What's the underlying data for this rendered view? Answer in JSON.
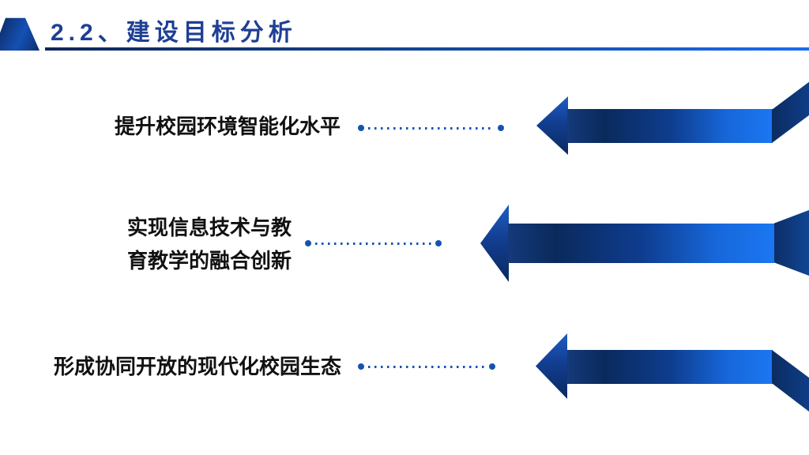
{
  "slide": {
    "header": {
      "title": "2.2、建设目标分析"
    },
    "goals": [
      {
        "id": 1,
        "lines": [
          "提升校园环境智能化水平"
        ]
      },
      {
        "id": 2,
        "lines": [
          "实现信息技术与教",
          "育教学的融合创新"
        ]
      },
      {
        "id": 3,
        "lines": [
          "形成协同开放的现代化校园生态"
        ]
      }
    ],
    "colors": {
      "title": "#1e3f94",
      "underline_dark": "#10265a",
      "underline_bright": "#1a6cf2",
      "arrow_dark": "#0a2a5c",
      "arrow_bright": "#1b77f2",
      "dotted_line": "#1553b2",
      "text": "#111111"
    }
  }
}
